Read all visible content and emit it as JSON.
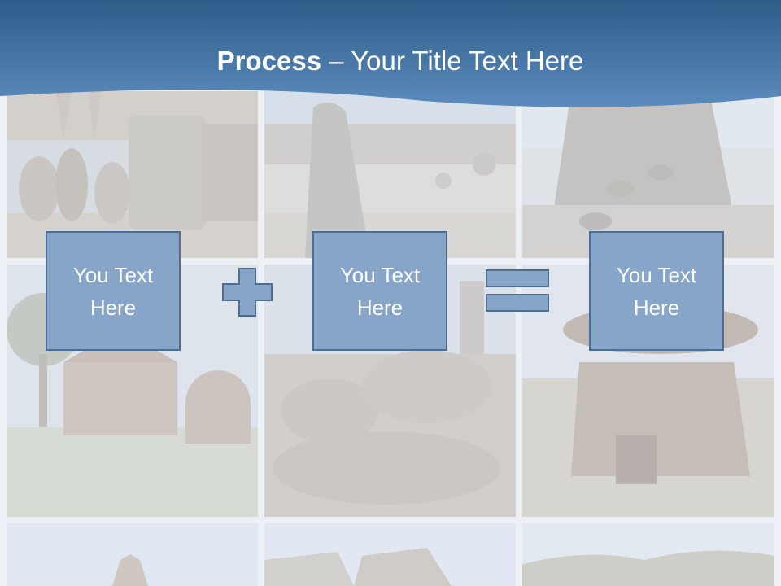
{
  "slide": {
    "title_bold": "Process",
    "title_rest": " – Your Title Text Here",
    "boxes": [
      {
        "text": "You Text Here"
      },
      {
        "text": "You Text Here"
      },
      {
        "text": "You Text Here"
      }
    ],
    "operators": [
      "plus-icon",
      "equals-icon"
    ],
    "colors": {
      "header_dark": "#2f5c89",
      "header_light": "#5b8cbd",
      "box_fill": "#86a5c8",
      "box_border": "#4f6d92"
    }
  }
}
